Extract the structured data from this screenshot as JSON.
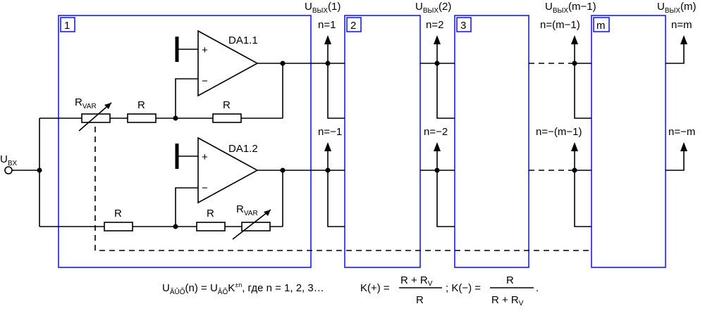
{
  "output_labels": {
    "u": "U",
    "sub": "ВЫХ",
    "o1": "(1)",
    "o2": "(2)",
    "o3": "(m−1)",
    "o4": "(m)"
  },
  "input_label": {
    "u": "U",
    "sub": "BX"
  },
  "blocks": {
    "b1": "1",
    "b2": "2",
    "b3": "3",
    "bm": "m"
  },
  "opamps": {
    "da1": "DA1.1",
    "da2": "DA1.2",
    "plus": "+",
    "minus": "−"
  },
  "resistors": {
    "r": "R",
    "rvar": "R",
    "rvar_sub": "VAR"
  },
  "taps": {
    "t1": "n=1",
    "t2": "n=2",
    "t3": "n=(m−1)",
    "t4": "n=m",
    "t5": "n=−1",
    "t6": "n=−2",
    "t7": "n=−(m−1)",
    "t8": "n=−m"
  },
  "formula": {
    "f1_u": "U",
    "f1_sub": "ÂÛÕ",
    "f1_mid": "(n) = U",
    "f1_sub2": "ÂÕ",
    "f1_k": "K",
    "f1_pow": "±n",
    "f1_rest": ", где n = 1, 2, 3…",
    "kplus": "K(+) =",
    "kplus_num": "R + R",
    "kplus_num_sub": "V",
    "kplus_den": "R",
    "sep": "; K(−) =",
    "kminus_num": "R",
    "kminus_den": "R + R",
    "kminus_den_sub": "V",
    "end": "."
  }
}
